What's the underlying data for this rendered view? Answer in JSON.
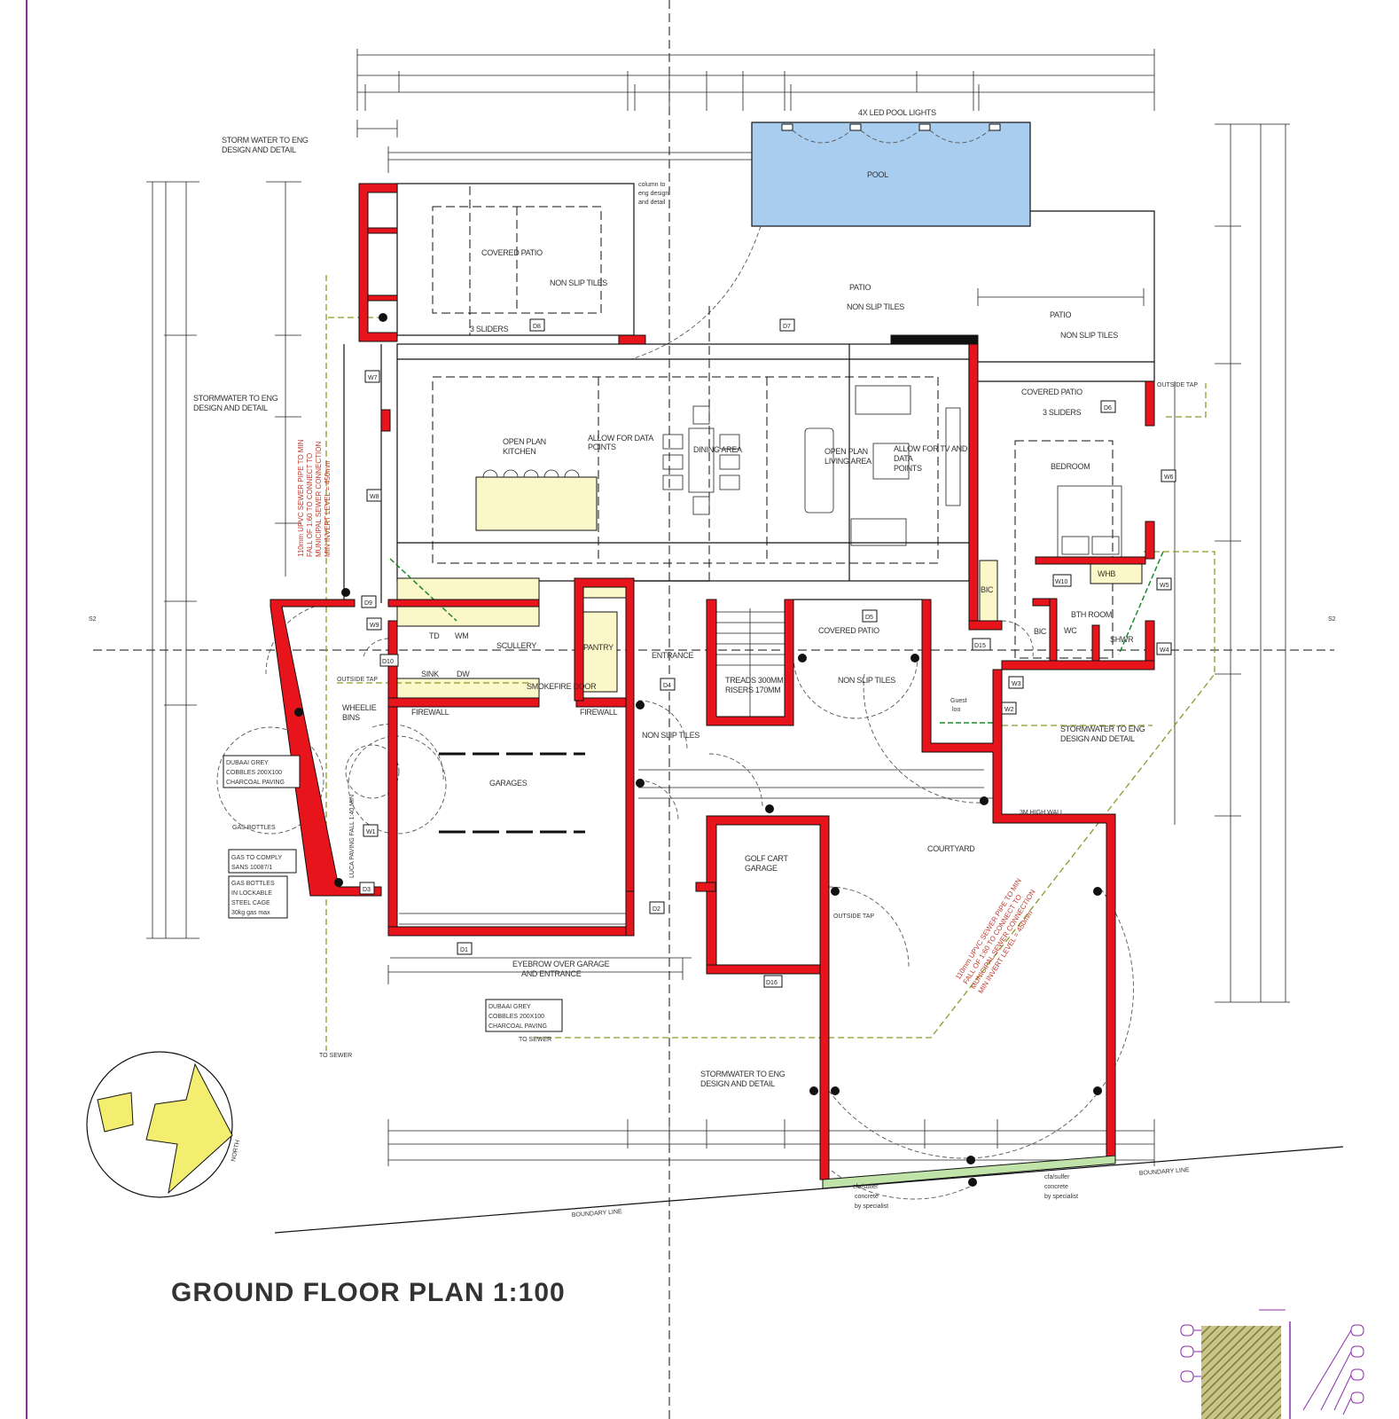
{
  "title": "GROUND FLOOR PLAN 1:100",
  "colors": {
    "wall": "#e8141c",
    "pool": "#a9cdee",
    "counter": "#fbf7c8",
    "paving_green": "#bfe3a8",
    "purple": "#8b2fa8",
    "north_arrow": "#f4ee70"
  },
  "pool": {
    "label": "POOL",
    "lights": "4X LED POOL LIGHTS"
  },
  "rooms": {
    "covered_patio_top": "COVERED PATIO",
    "non_slip_1": "NON SLIP TILES",
    "patio": "PATIO",
    "non_slip_2": "NON SLIP TILES",
    "patio_right": "PATIO",
    "non_slip_3": "NON SLIP TILES",
    "covered_patio_bed": "COVERED PATIO",
    "sliders_bed": "3 SLIDERS",
    "sliders_top": "3 SLIDERS",
    "kitchen_1": "OPEN PLAN",
    "kitchen_2": "KITCHEN",
    "data_1": "ALLOW FOR DATA",
    "data_2": "POINTS",
    "dining": "DINING AREA",
    "living_1": "OPEN PLAN",
    "living_2": "LIVING AREA",
    "tv_1": "ALLOW FOR TV AND",
    "tv_2": "DATA",
    "tv_3": "POINTS",
    "bedroom": "BEDROOM",
    "bic1": "BIC",
    "bic2": "BIC",
    "bathroom": "BTH ROOM",
    "wc": "WC",
    "shower": "SHWR",
    "whb": "WHB",
    "scullery": "SCULLERY",
    "pantry": "PANTRY",
    "td": "TD",
    "wm": "WM",
    "sink": "SINK",
    "dw": "DW",
    "firewall_1": "FIREWALL",
    "firewall_2": "FIREWALL",
    "smokefire": "SMOKEFIRE DOOR",
    "entrance": "ENTRANCE",
    "stairs_1": "TREADS 300MM",
    "stairs_2": "RISERS 170MM",
    "covered_patio_mid": "COVERED PATIO",
    "non_slip_4": "NON SLIP TILES",
    "non_slip_5": "NON SLIP TILES",
    "guest_1": "Guest",
    "guest_2": "loo",
    "garages": "GARAGES",
    "golf_1": "GOLF CART",
    "golf_2": "GARAGE",
    "courtyard": "COURTYARD",
    "wheelie_1": "WHEELIE",
    "wheelie_2": "BINS",
    "eyebrow_1": "EYEBROW OVER GARAGE",
    "eyebrow_2": "AND ENTRANCE",
    "column_1": "column to",
    "column_2": "eng design",
    "column_3": "and detail",
    "outside_tap_1": "OUTSIDE TAP",
    "outside_tap_2": "OUTSIDE TAP",
    "outside_tap_3": "OUTSIDE TAP"
  },
  "notes": {
    "storm_1a": "STORM WATER TO ENG",
    "storm_1b": "DESIGN AND DETAIL",
    "storm_2a": "STORMWATER TO ENG",
    "storm_2b": "DESIGN AND DETAIL",
    "storm_3a": "STORMWATER TO ENG",
    "storm_3b": "DESIGN AND DETAIL",
    "storm_4a": "STORMWATER TO ENG",
    "storm_4b": "DESIGN AND DETAIL",
    "paving_1": [
      "DUBAAI GREY",
      "COBBLES 200X100",
      "CHARCOAL PAVING"
    ],
    "paving_2": [
      "DUBAAI GREY",
      "COBBLES 200X100",
      "CHARCOAL PAVING"
    ],
    "gas_bottles": "GAS BOTTLES",
    "gas_comply": [
      "GAS TO COMPLY",
      "SANS 10087/1"
    ],
    "gas_cage": [
      "GAS BOTTLES",
      "IN LOCKABLE",
      "STEEL CAGE",
      "30kg gas max"
    ],
    "sewer_left": [
      "110mm UPVC SEWER PIPE TO MIN",
      "FALL OF 1:60 TO CONNECT TO",
      "MUNICIPAL SEWER CONNECTION",
      "MIN INVERT LEVEL = 450mm"
    ],
    "sewer_right": [
      "110mm UPVC SEWER PIPE TO MIN",
      "FALL OF 1:60 TO CONNECT TO",
      "MUNICIPAL SEWER CONNECTION",
      "MIN INVERT LEVEL = 450mm"
    ],
    "fall_left": "LUCA PAVING FALL 1:40 MIN",
    "fall_mid": "3M HIGH WALL",
    "boundary_1": "BOUNDARY LINE",
    "boundary_2": "BOUNDARY LINE",
    "concrete_1": [
      "cfa/sulfer",
      "concrete",
      "by specialist"
    ],
    "concrete_2": [
      "cfa/sulfer",
      "concrete",
      "by specialist"
    ],
    "to_sewer_1": "TO SEWER",
    "to_sewer_2": "TO SEWER",
    "section_l": "S2",
    "section_r": "S2",
    "north": "NORTH"
  },
  "tags": [
    "D1",
    "D2",
    "D3",
    "D4",
    "D5",
    "D6",
    "D7",
    "D8",
    "D9",
    "D10",
    "D15",
    "D16",
    "W1",
    "W2",
    "W3",
    "W4",
    "W5",
    "W6",
    "W7",
    "W8",
    "W9",
    "W10"
  ]
}
